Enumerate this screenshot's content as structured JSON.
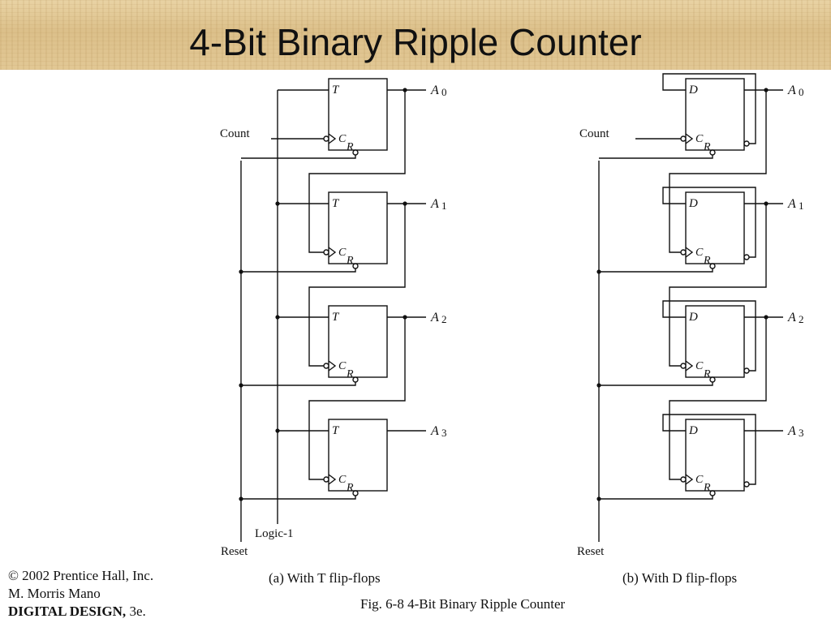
{
  "slide": {
    "title": "4-Bit Binary Ripple Counter"
  },
  "diagram": {
    "left": {
      "flipflop_input": "T",
      "clock_label": "C",
      "reset_label": "R",
      "outputs": [
        "A",
        "A",
        "A",
        "A"
      ],
      "output_subscripts": [
        "0",
        "1",
        "2",
        "3"
      ],
      "count_label": "Count",
      "reset_input_label": "Reset",
      "logic_label": "Logic-1",
      "caption": "(a) With T flip-flops"
    },
    "right": {
      "flipflop_input": "D",
      "clock_label": "C",
      "reset_label": "R",
      "outputs": [
        "A",
        "A",
        "A",
        "A"
      ],
      "output_subscripts": [
        "0",
        "1",
        "2",
        "3"
      ],
      "count_label": "Count",
      "reset_input_label": "Reset",
      "caption": "(b) With D flip-flops"
    },
    "figure_caption": "Fig. 6-8  4-Bit Binary Ripple Counter"
  },
  "credits": {
    "copyright": "© 2002 Prentice Hall, Inc.",
    "author": "M. Morris Mano",
    "book_title": "DIGITAL DESIGN,",
    "edition": " 3e."
  }
}
